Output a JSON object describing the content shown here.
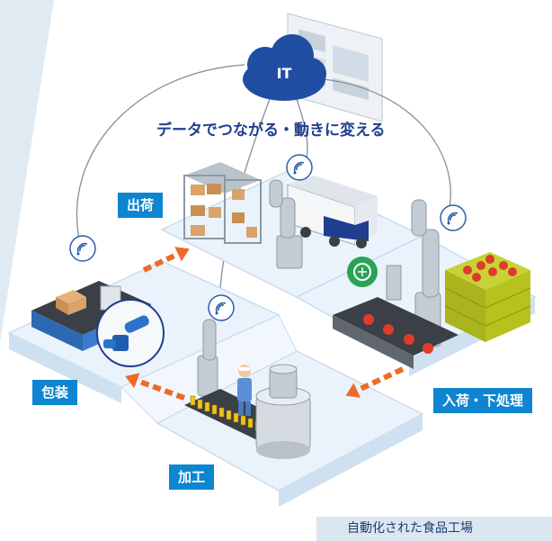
{
  "cloud": {
    "label": "IT",
    "icon": "cloud-icon"
  },
  "headline": "データでつながる・動きに変える",
  "stations": {
    "shipping": "出荷",
    "packaging": "包装",
    "processing": "加工",
    "receiving": "入荷・下処理"
  },
  "caption": "自動化された食品工場",
  "colors": {
    "accent_blue": "#0d85d0",
    "headline_navy": "#1f3e8f",
    "puzzle_floor": "#eaf3fb",
    "arrow_orange": "#ee6a2a",
    "caption_bg": "#dbe6f0",
    "tomato_red": "#e03b2a",
    "crate_green": "#b7c21f"
  },
  "icons": [
    "wifi-icon",
    "cloud-icon",
    "ai-brain-icon",
    "robot-arm-icon",
    "truck-icon",
    "conveyor-icon",
    "arrow-icon"
  ]
}
